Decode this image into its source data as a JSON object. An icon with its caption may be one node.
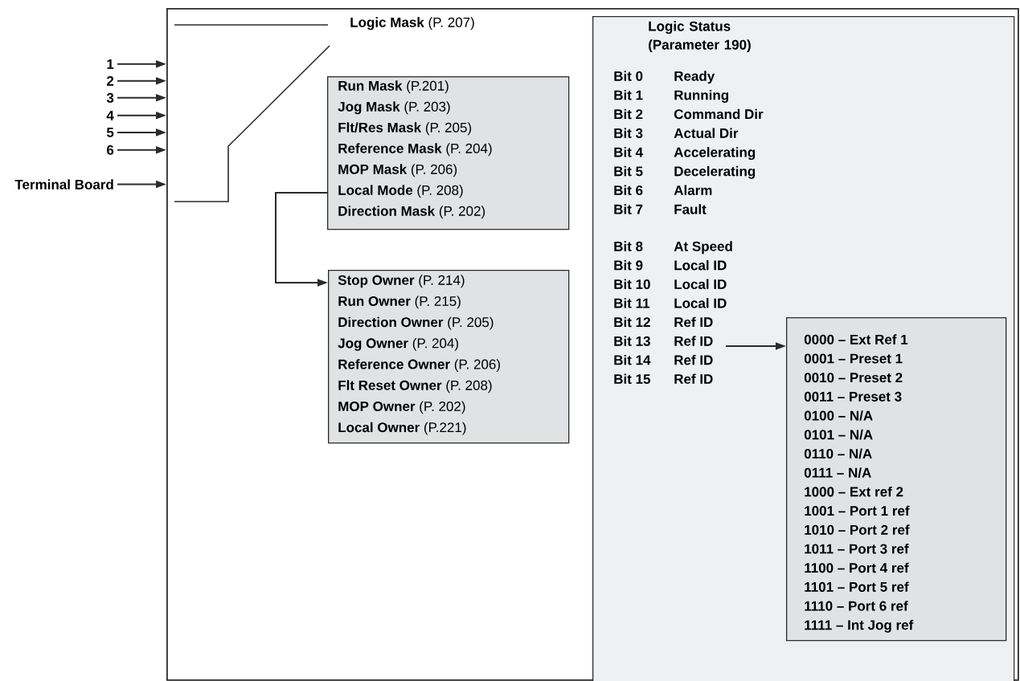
{
  "diagram": {
    "nodes": [
      {
        "text": [],
        "shape": "box"
      },
      {
        "text": [
          "1"
        ]
      },
      {
        "text": [
          "2"
        ]
      },
      {
        "text": [
          "3"
        ]
      },
      {
        "text": [
          "4"
        ]
      },
      {
        "text": [
          "5"
        ]
      },
      {
        "text": [
          "6"
        ]
      },
      {
        "text": [
          "Terminal Board"
        ]
      },
      {
        "text": [
          "**Run Mask** (P.201)",
          "**Jog Mask** (P. 203)",
          "**Flt/Res Mask** (P. 205)",
          "**Reference Mask** (P. 204)",
          "**MOP Mask** (P. 206)",
          "**Local Mode** (P. 208)",
          "**Direction Mask** (P. 202)"
        ],
        "in": 0
      },
      {
        "text": [
          "**Stop Owner** (P. 214)",
          "**Run Owner** (P. 215)",
          "**Direction Owner** (P. 205)",
          "**Jog Owner** (P. 204)",
          "**Reference Owner** (P. 206)",
          "**Flt Reset Owner** (P. 208)",
          "**MOP Owner** (P. 202)",
          "**Local Owner** (P.221)"
        ],
        "in": 0
      },
      {
        "text": [
          "Logic Status (Parameter 190)",
          "Bit 0",
          "Ready",
          "Bit 1",
          "Running",
          "Bit 2",
          "Command Dir",
          "Bit 3",
          "Actual Dir",
          "Bit 4",
          "Accelerating",
          "Bit 5",
          "Decelerating",
          "Bit 6",
          "Alarm",
          "Bit 7",
          "Fault",
          "Bit 8",
          "At Speed",
          "Bit 9",
          "Local ID",
          "Bit 10",
          "Local ID",
          "Bit 11",
          "Local ID",
          "Bit 12",
          "Ref ID",
          "Bit 13",
          "Ref ID",
          "Bit 14",
          "Ref ID",
          "Bit 15",
          "Ref ID"
        ],
        "in": 0
      },
      {
        "text": [
          "0000 – Ext Ref 1",
          "0001 – Preset 1",
          "0010 – Preset 2",
          "0011 – Preset 3",
          "0100 – N/A",
          "0101 – N/A",
          "0110 – N/A",
          "0111 – N/A",
          "1000 – Ext ref 2",
          "1001 – Port 1 ref",
          "1010 – Port 2 ref",
          "1011 – Port 3 ref",
          "1100 – Port 4 ref",
          "1101 – Port 5 ref",
          "1110 – Port 6 ref",
          "1111 – Int Jog ref"
        ],
        "in": 10
      }
    ],
    "edges": [
      {
        "from": 1,
        "to": 0,
        "arrow": "to"
      },
      {
        "from": 2,
        "to": 0,
        "arrow": "to"
      },
      {
        "from": 3,
        "to": 0,
        "arrow": "to"
      },
      {
        "from": 4,
        "to": 0,
        "arrow": "to"
      },
      {
        "from": 5,
        "to": 0,
        "arrow": "to"
      },
      {
        "from": 6,
        "to": 0,
        "arrow": "to"
      },
      {
        "from": 7,
        "to": 0,
        "arrow": "to"
      },
      {
        "from": 8,
        "to": 9,
        "arrow": "to"
      },
      {
        "from": null,
        "to": 11,
        "arrow": "to"
      }
    ],
    "labels": [
      "**Logic Mask** (P. 207)"
    ]
  }
}
